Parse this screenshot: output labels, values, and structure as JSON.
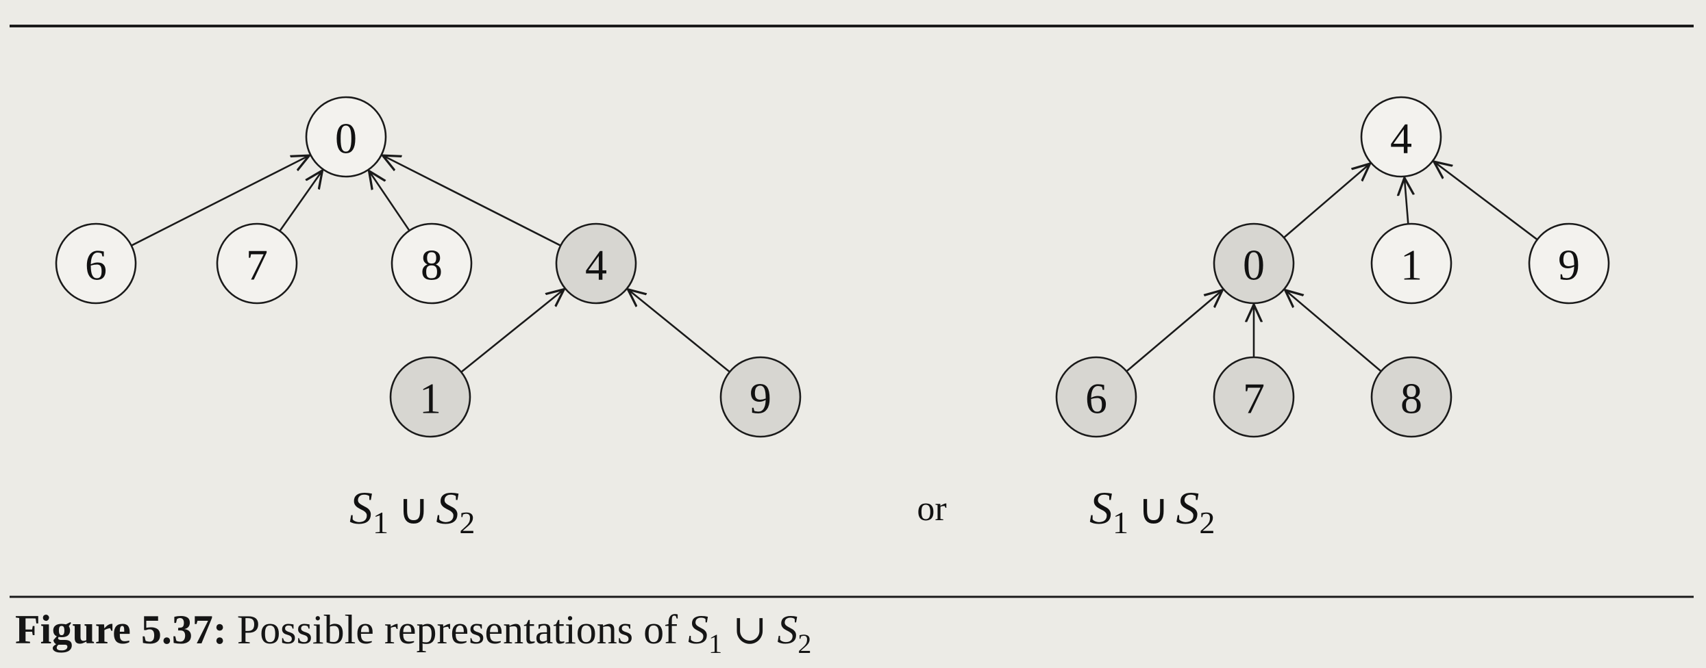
{
  "figure": {
    "left_tree": {
      "root": "0",
      "nodes": [
        {
          "id": "0",
          "shaded": false
        },
        {
          "id": "6",
          "shaded": false
        },
        {
          "id": "7",
          "shaded": false
        },
        {
          "id": "8",
          "shaded": false
        },
        {
          "id": "4",
          "shaded": true
        },
        {
          "id": "1",
          "shaded": true
        },
        {
          "id": "9",
          "shaded": true
        }
      ],
      "edges": [
        [
          "6",
          "0"
        ],
        [
          "7",
          "0"
        ],
        [
          "8",
          "0"
        ],
        [
          "4",
          "0"
        ],
        [
          "1",
          "4"
        ],
        [
          "9",
          "4"
        ]
      ],
      "label": {
        "set1": "S",
        "sub1": "1",
        "op": "∪",
        "set2": "S",
        "sub2": "2"
      }
    },
    "separator": "or",
    "right_tree": {
      "root": "4",
      "nodes": [
        {
          "id": "4",
          "shaded": false
        },
        {
          "id": "0",
          "shaded": true
        },
        {
          "id": "1",
          "shaded": false
        },
        {
          "id": "9",
          "shaded": false
        },
        {
          "id": "6",
          "shaded": true
        },
        {
          "id": "7",
          "shaded": true
        },
        {
          "id": "8",
          "shaded": true
        }
      ],
      "edges": [
        [
          "0",
          "4"
        ],
        [
          "1",
          "4"
        ],
        [
          "9",
          "4"
        ],
        [
          "6",
          "0"
        ],
        [
          "7",
          "0"
        ],
        [
          "8",
          "0"
        ]
      ],
      "label": {
        "set1": "S",
        "sub1": "1",
        "op": "∪",
        "set2": "S",
        "sub2": "2"
      }
    }
  },
  "caption": {
    "number": "Figure 5.37:",
    "text": "Possible representations of",
    "set1": "S",
    "sub1": "1",
    "op": "∪",
    "set2": "S",
    "sub2": "2"
  }
}
